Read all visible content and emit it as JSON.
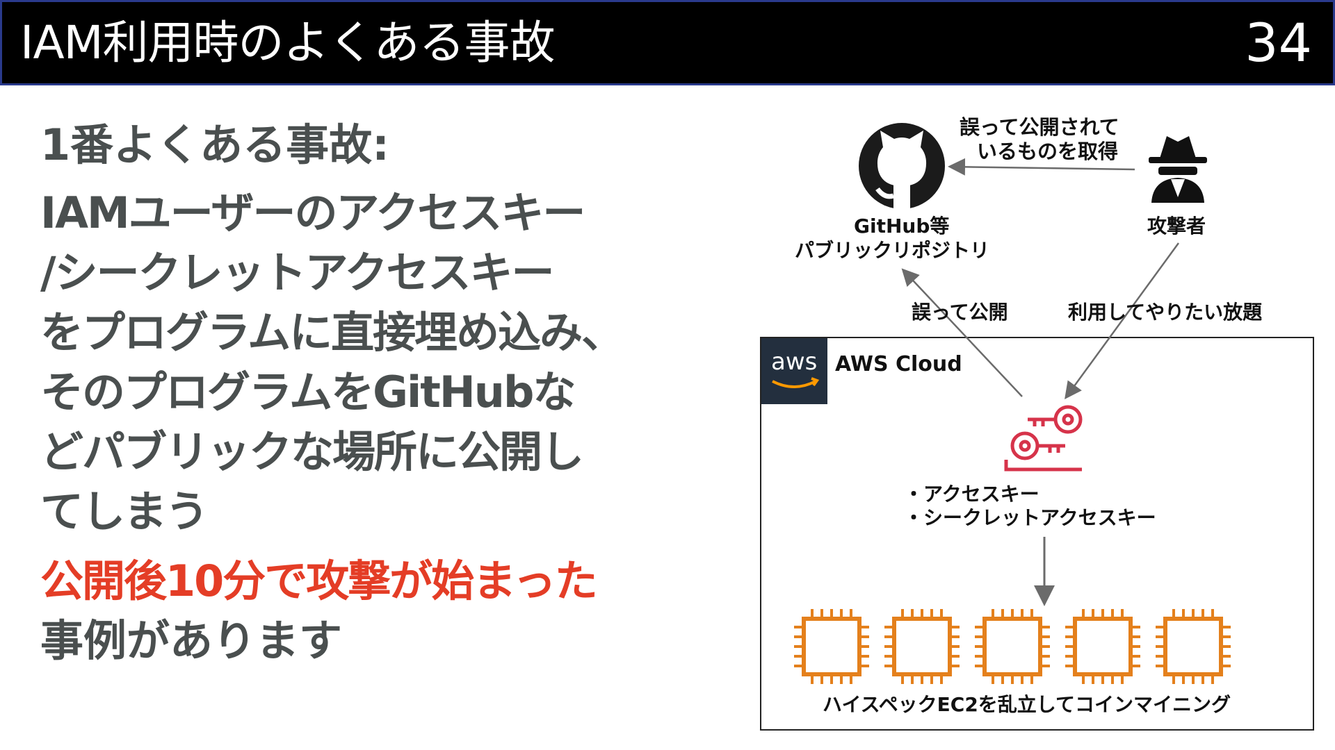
{
  "header": {
    "title": "IAM利用時のよくある事故",
    "page_number": "34"
  },
  "left": {
    "heading": "1番よくある事故:",
    "body_lines": [
      "IAMユーザーのアクセスキー",
      "/シークレットアクセスキー",
      "をプログラムに直接埋め込み、",
      "そのプログラムをGitHubな",
      "どパブリックな場所に公開し",
      "てしまう"
    ],
    "emphasis": "公開後10分で攻撃が始まった",
    "emphasis_tail": "事例があります"
  },
  "diagram": {
    "github_label_1": "GitHub等",
    "github_label_2": "パブリックリポジトリ",
    "attacker_label": "攻撃者",
    "top_arrow_label_1": "誤って公開されて",
    "top_arrow_label_2": "いるものを取得",
    "left_arrow_label": "誤って公開",
    "right_arrow_label": "利用してやりたい放題",
    "aws_badge": "aws",
    "cloud_title": "AWS Cloud",
    "key_item_1": "・アクセスキー",
    "key_item_2": "・シークレットアクセスキー",
    "ec2_caption": "ハイスペックEC2を乱立してコインマイニング",
    "ec2_count": 5,
    "colors": {
      "emphasis": "#e43d26",
      "key_icon": "#d6334a",
      "ec2_icon": "#e4801c",
      "aws_badge_bg": "#232f3e",
      "arrow": "#6b6b6b"
    }
  }
}
